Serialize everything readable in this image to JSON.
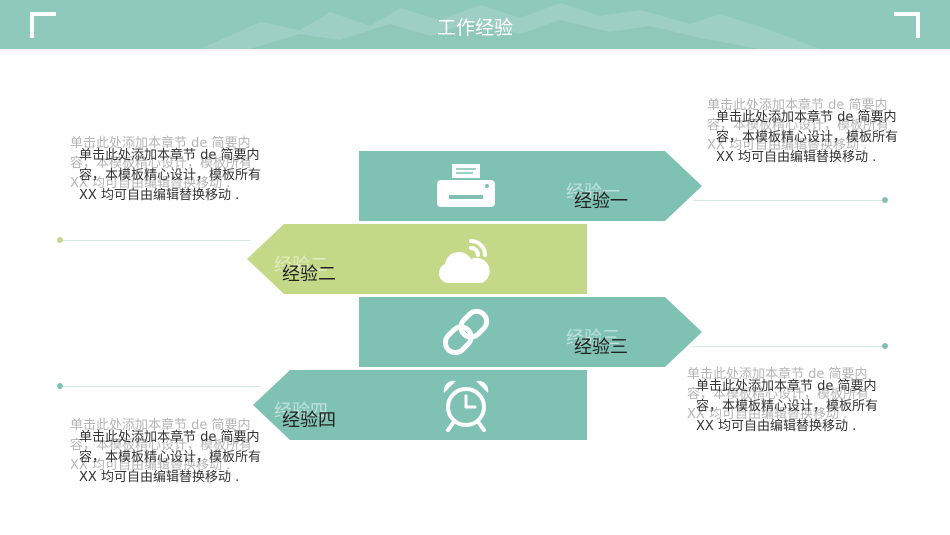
{
  "header": {
    "title": "工作经验"
  },
  "experiences": [
    {
      "label": "经验一",
      "icon": "printer-icon",
      "description": "单击此处添加本章节 de 简要内容，本模板精心设计，模板所有 XX 均可自由编辑替换移动 ."
    },
    {
      "label": "经验二",
      "icon": "cloud-icon",
      "description": "单击此处添加本章节 de 简要内容，本模板精心设计，模板所有 XX 均可自由编辑替换移动 ."
    },
    {
      "label": "经验三",
      "icon": "link-icon",
      "description": "单击此处添加本章节 de 简要内容，本模板精心设计，模板所有 XX 均可自由编辑替换移动 ."
    },
    {
      "label": "经验四",
      "icon": "alarm-clock-icon",
      "description": "单击此处添加本章节 de 简要内容，本模板精心设计，模板所有 XX 均可自由编辑替换移动 ."
    }
  ],
  "colors": {
    "teal": "#7fc2b4",
    "green": "#c4d987",
    "header": "#8fc9bc",
    "connector_dot_green": "#c4d987",
    "connector_dot_teal": "#7fc2b4"
  }
}
